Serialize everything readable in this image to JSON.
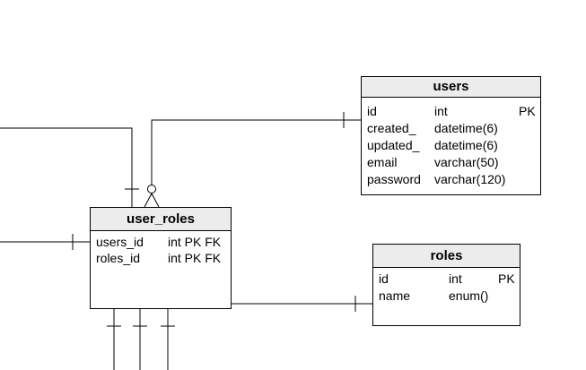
{
  "tables": {
    "users": {
      "name": "users",
      "columns": [
        {
          "name": "id",
          "type": "int",
          "key": "PK"
        },
        {
          "name": "created_",
          "type": "datetime(6)",
          "key": ""
        },
        {
          "name": "updated_",
          "type": "datetime(6)",
          "key": ""
        },
        {
          "name": "email",
          "type": "varchar(50)",
          "key": ""
        },
        {
          "name": "password",
          "type": "varchar(120)",
          "key": ""
        }
      ]
    },
    "user_roles": {
      "name": "user_roles",
      "columns": [
        {
          "name": "users_id",
          "type": "int PK FK",
          "key": ""
        },
        {
          "name": "roles_id",
          "type": "int PK FK",
          "key": ""
        }
      ]
    },
    "roles": {
      "name": "roles",
      "columns": [
        {
          "name": "id",
          "type": "int",
          "key": "PK"
        },
        {
          "name": "name",
          "type": "enum()",
          "key": ""
        }
      ]
    }
  },
  "relationships": [
    {
      "from": "user_roles",
      "to": "users",
      "from_cardinality": "zero-or-many",
      "to_cardinality": "one"
    },
    {
      "from": "user_roles",
      "to": "roles",
      "from_cardinality": "one",
      "to_cardinality": "one"
    }
  ],
  "colors": {
    "line": "#000000",
    "header_fill": "#ececec",
    "background": "#ffffff"
  }
}
